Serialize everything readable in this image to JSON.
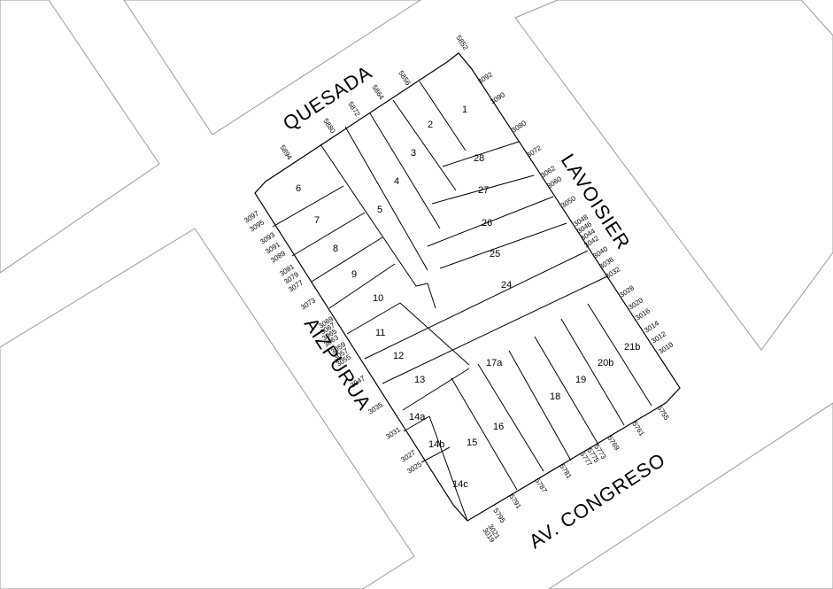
{
  "streets": {
    "north": "QUESADA",
    "east": "LAVOISIER",
    "west": "AIZPURUA",
    "south": "AV. CONGRESO"
  },
  "parcels": [
    "1",
    "2",
    "3",
    "4",
    "5",
    "6",
    "7",
    "8",
    "9",
    "10",
    "11",
    "12",
    "13",
    "14a",
    "14b",
    "14c",
    "15",
    "16",
    "17a",
    "18",
    "19",
    "20b",
    "21b",
    "24",
    "25",
    "26",
    "27",
    "28"
  ],
  "door_numbers": {
    "quesada": [
      "5852",
      "5856",
      "5864",
      "5872",
      "5880",
      "5894"
    ],
    "lavoisier": [
      "3092",
      "3090",
      "3080",
      "3072",
      "3062",
      "3060",
      "3050",
      "3048",
      "3046",
      "3044",
      "3042",
      "3040",
      "3036",
      "3032",
      "3028",
      "3020",
      "3016",
      "3014",
      "3012",
      "3010"
    ],
    "aizpurua": [
      "3097",
      "3095",
      "3093",
      "3091",
      "3089",
      "3081",
      "3079",
      "3077",
      "3073",
      "3069",
      "3067",
      "3065",
      "3063",
      "3059",
      "3057",
      "3055",
      "3047",
      "3035",
      "3031",
      "3027",
      "3025",
      "3021",
      "3019"
    ],
    "congreso": [
      "5755",
      "5761",
      "5769",
      "5773",
      "5775",
      "5777",
      "5781",
      "5787",
      "5791",
      "5795"
    ]
  }
}
